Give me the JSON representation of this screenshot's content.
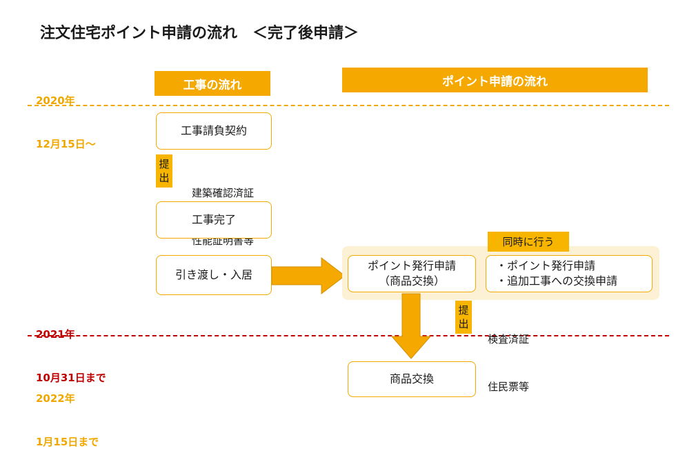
{
  "title": "注文住宅ポイント申請の流れ　＜完了後申請＞",
  "dates": {
    "d1_line1": "2020年",
    "d1_line2": "12月15日～",
    "d2_line1": "2021年",
    "d2_line2": "10月31日まで",
    "d3_line1": "2022年",
    "d3_line2": "1月15日まで"
  },
  "headers": {
    "construction": "工事の流れ",
    "point": "ポイント申請の流れ"
  },
  "construction_steps": [
    "工事請負契約",
    "工事完了",
    "引き渡し・入居"
  ],
  "submit_badge_chars": [
    "提",
    "出"
  ],
  "submission_1": [
    "建築確認済証",
    "性能証明書等"
  ],
  "submission_2": [
    "検査済証",
    "住民票等"
  ],
  "simultaneous_label": "同時に行う",
  "point_issue_box": [
    "ポイント発行申請",
    "（商品交換）"
  ],
  "combined_box": [
    "・ポイント発行申請",
    "・追加工事への交換申請"
  ],
  "exchange_box": "商品交換",
  "colors": {
    "accent": "#f5a800",
    "deadline_red": "#c00000",
    "group_bg": "#fdf1d5"
  }
}
